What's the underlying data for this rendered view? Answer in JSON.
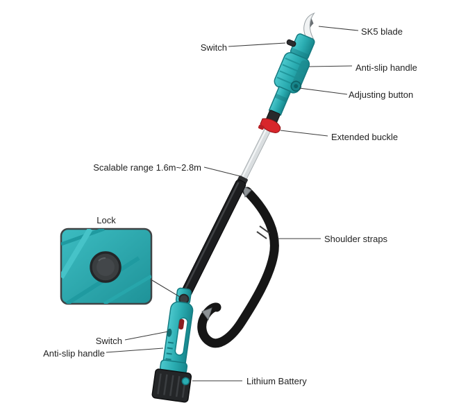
{
  "figure": {
    "subject": "Telescopic cordless electric pruning shears - annotated parts diagram"
  },
  "callouts": {
    "sk5_blade": {
      "label": "SK5 blade"
    },
    "switch_top": {
      "label": "Switch"
    },
    "anti_slip_handle_top": {
      "label": "Anti-slip handle"
    },
    "adjusting_button": {
      "label": "Adjusting button"
    },
    "extended_buckle": {
      "label": "Extended buckle"
    },
    "scalable_range": {
      "label": "Scalable range 1.6m~2.8m"
    },
    "shoulder_straps": {
      "label": "Shoulder straps"
    },
    "lock": {
      "label": "Lock"
    },
    "switch_bottom": {
      "label": "Switch"
    },
    "anti_slip_handle_bottom": {
      "label": "Anti-slip handle"
    },
    "lithium_battery": {
      "label": "Lithium Battery"
    }
  },
  "colors": {
    "tool_teal": "#2aacb1",
    "tool_teal_dark": "#157a80",
    "pole_black": "#1c1d1f",
    "buckle_red": "#d8262b",
    "battery_black": "#242628",
    "leader_line": "#3a3a3a",
    "background": "#ffffff"
  }
}
